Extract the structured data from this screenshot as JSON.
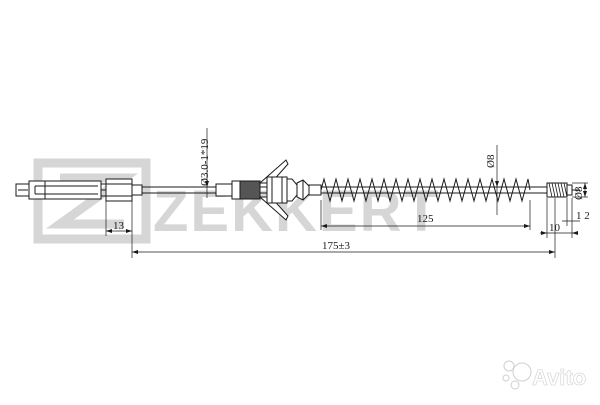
{
  "watermark": {
    "brand": "ZEKKERT",
    "marketplace": "Avito"
  },
  "drawing": {
    "dimensions": {
      "length_13": "13",
      "cable_spec": "Ø3.0-1*19",
      "diameter_8_spring": "Ø8",
      "length_125": "125",
      "total_length": "175±3",
      "length_10": "10",
      "length_1_2": "1 2",
      "diameter_8_end": "Ø8"
    }
  }
}
